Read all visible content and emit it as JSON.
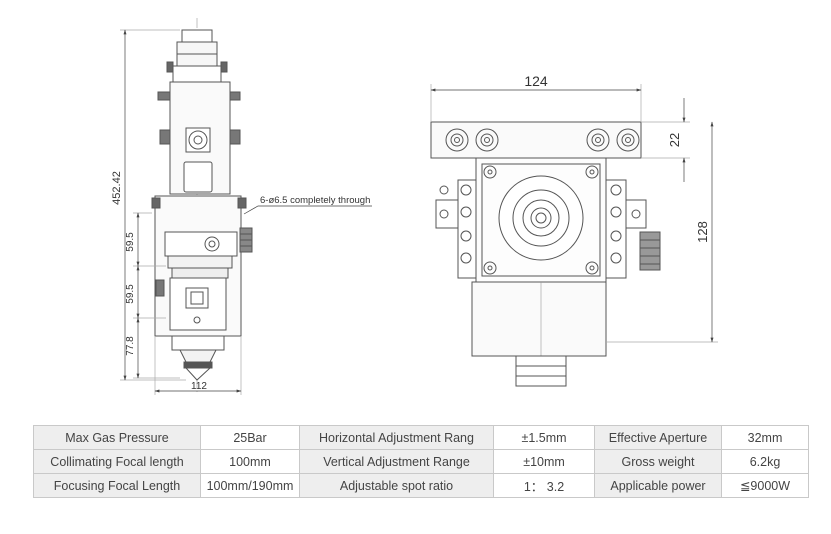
{
  "drawing": {
    "side_view": {
      "height_total": "452.42",
      "dim_upper": "59.5",
      "dim_middle": "59.5",
      "dim_lower": "77.8",
      "width_bottom": "112",
      "hole_callout": "6-ø6.5 completely through"
    },
    "top_view": {
      "width_top": "124",
      "height_flange": "22",
      "height_body": "128"
    }
  },
  "specs": {
    "rows": [
      [
        {
          "label": "Max Gas Pressure",
          "value": "25Bar"
        },
        {
          "label": "Horizontal Adjustment Rang",
          "value": "±1.5mm"
        },
        {
          "label": "Effective Aperture",
          "value": "32mm"
        }
      ],
      [
        {
          "label": "Collimating Focal length",
          "value": "100mm"
        },
        {
          "label": "Vertical Adjustment Range",
          "value": "±10mm"
        },
        {
          "label": "Gross weight",
          "value": "6.2kg"
        }
      ],
      [
        {
          "label": "Focusing Focal Length",
          "value": "100mm/190mm"
        },
        {
          "label": "Adjustable spot ratio",
          "value": "1： 3.2"
        },
        {
          "label": "Applicable power",
          "value": "≦9000W"
        }
      ]
    ]
  }
}
